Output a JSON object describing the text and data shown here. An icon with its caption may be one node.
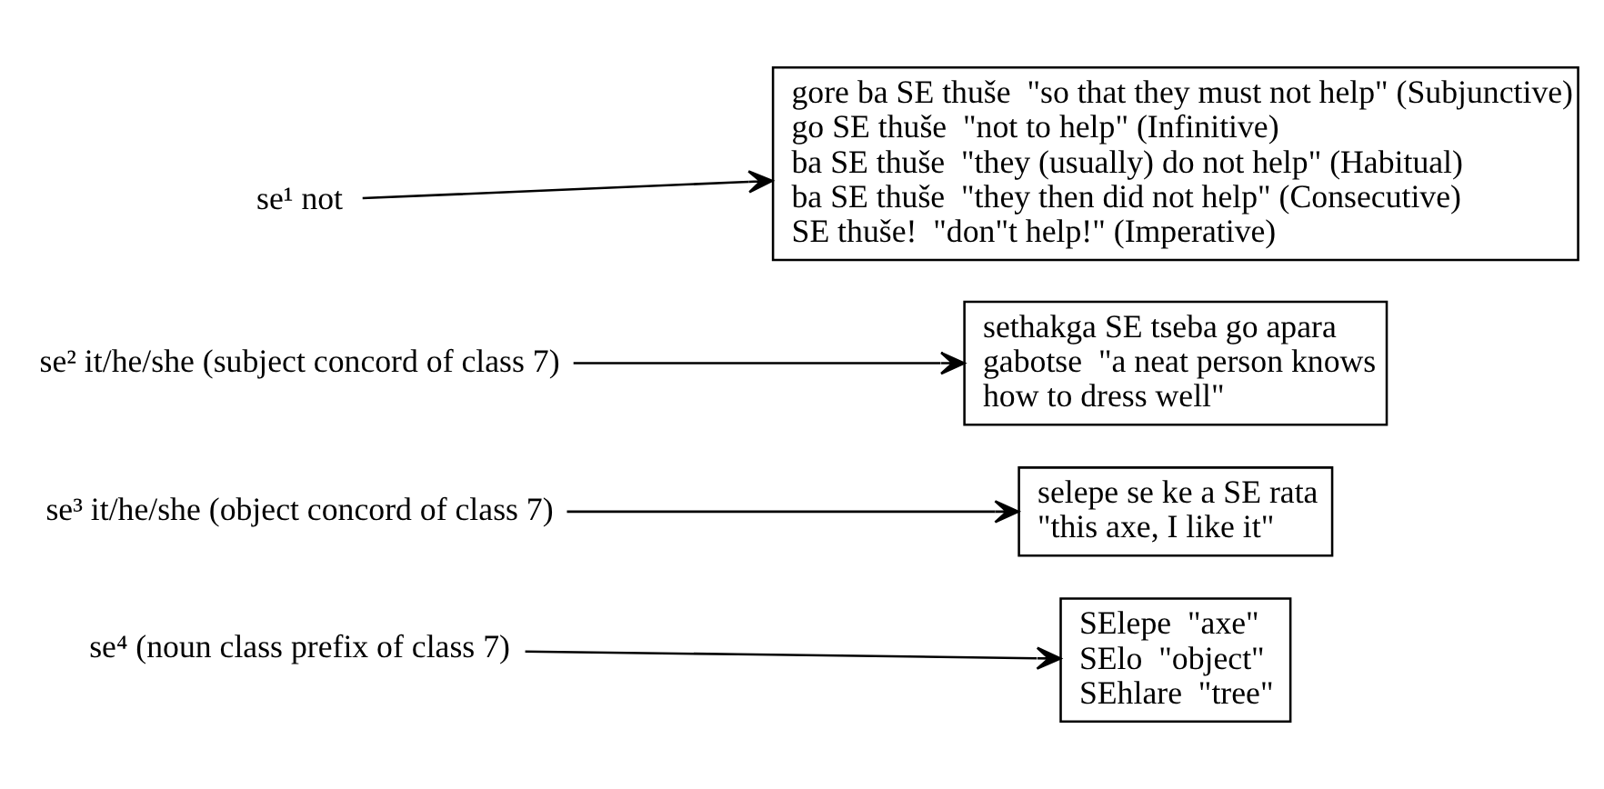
{
  "diagram": {
    "nodes": [
      {
        "text": [
          "se¹ not"
        ]
      },
      {
        "text": [
          "se² it/he/she (subject concord of class 7)"
        ]
      },
      {
        "text": [
          "se³ it/he/she (object concord of class 7)"
        ]
      },
      {
        "text": [
          "se⁴ (noun class prefix of class 7)"
        ]
      },
      {
        "text": [
          "gore ba SE thuše  \"so that they must not help\" (Subjunctive)",
          "go SE thuše  \"not to help\" (Infinitive)",
          "ba SE thuše  \"they (usually) do not help\" (Habitual)",
          "ba SE thuše  \"they then did not help\" (Consecutive)",
          "SE thuše!  \"don\"t help!\" (Imperative)"
        ]
      },
      {
        "text": [
          "sethakga SE tseba go apara gabotse  \"a neat person knows how to dress well\""
        ]
      },
      {
        "text": [
          "selepe se ke a SE rata",
          "\"this axe, I like it\""
        ]
      },
      {
        "text": [
          "SElepe  \"axe\"",
          "SElo  \"object\"",
          "SEhlare  \"tree\""
        ]
      }
    ],
    "edges": [
      {
        "from": 0,
        "to": 4,
        "arrow": "to"
      },
      {
        "from": 1,
        "to": 5,
        "arrow": "to"
      },
      {
        "from": 2,
        "to": 6,
        "arrow": "to"
      },
      {
        "from": 3,
        "to": 7,
        "arrow": "to"
      }
    ]
  }
}
